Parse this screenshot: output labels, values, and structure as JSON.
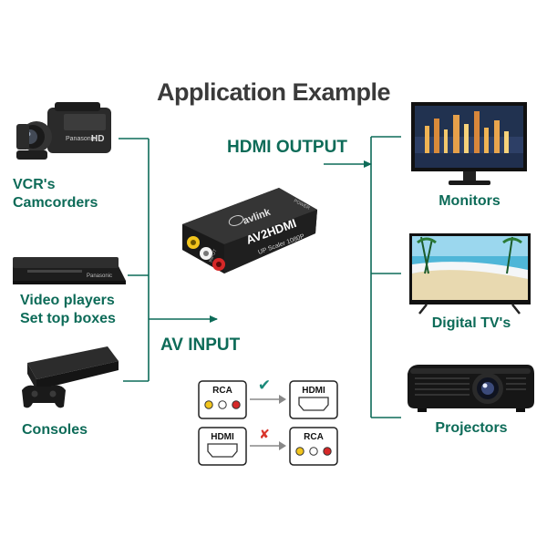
{
  "title": "Application Example",
  "colors": {
    "accent": "#0d6b58",
    "check": "#1a8a7a",
    "cross": "#d9352b",
    "rca_yellow": "#f2c51d",
    "rca_white": "#ffffff",
    "rca_red": "#d62828"
  },
  "inputs": {
    "camcorder": {
      "line1": "VCR's",
      "line2": "Camcorders",
      "brand": "Panasonic",
      "badge": "HD",
      "icon": "camcorder-icon"
    },
    "player": {
      "line1": "Video players",
      "line2": "Set top boxes",
      "brand": "Panasonic",
      "icon": "bluray-player-icon"
    },
    "console": {
      "line1": "Consoles",
      "icon": "game-console-icon"
    }
  },
  "outputs": {
    "monitor": {
      "label": "Monitors",
      "icon": "monitor-icon"
    },
    "tv": {
      "label": "Digital TV's",
      "icon": "tv-icon"
    },
    "projector": {
      "label": "Projectors",
      "icon": "projector-icon"
    }
  },
  "flow": {
    "hdmi_output": "HDMI OUTPUT",
    "av_input": "AV INPUT"
  },
  "device": {
    "name": "AV2HDMI",
    "subtitle": "UP Scaler 1080P",
    "brand": "avlink",
    "input_port": "INPUT",
    "power_port": "POWER"
  },
  "compat": {
    "ok": {
      "from": "RCA",
      "to": "HDMI",
      "mark": "✔"
    },
    "bad": {
      "from": "HDMI",
      "to": "RCA",
      "mark": "✘"
    }
  }
}
